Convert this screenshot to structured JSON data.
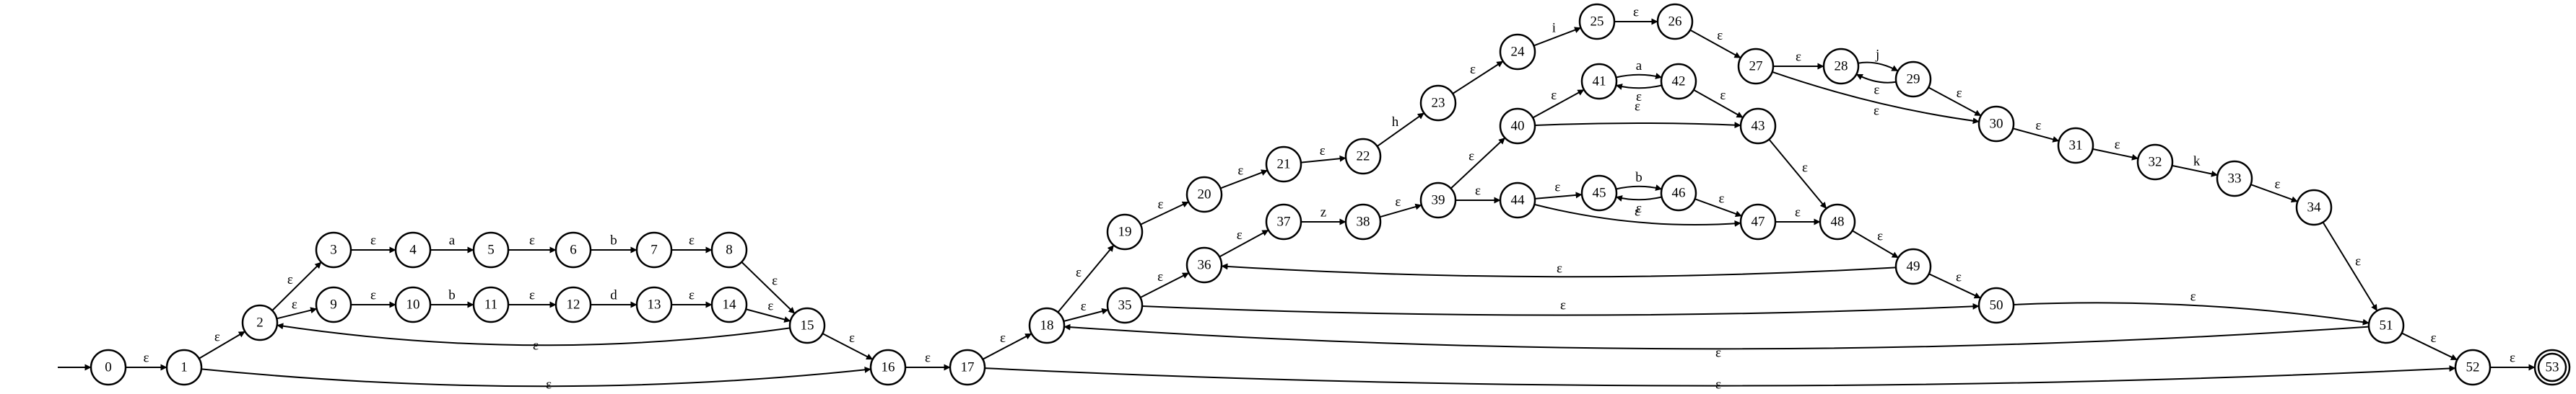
{
  "diagram": {
    "states": [
      "0",
      "1",
      "2",
      "3",
      "4",
      "5",
      "6",
      "7",
      "8",
      "9",
      "10",
      "11",
      "12",
      "13",
      "14",
      "15",
      "16",
      "17",
      "18",
      "19",
      "20",
      "21",
      "22",
      "23",
      "24",
      "25",
      "26",
      "27",
      "28",
      "29",
      "30",
      "31",
      "32",
      "33",
      "34",
      "35",
      "36",
      "37",
      "38",
      "39",
      "40",
      "41",
      "42",
      "43",
      "44",
      "45",
      "46",
      "47",
      "48",
      "49",
      "50",
      "51",
      "52",
      "53"
    ],
    "start_state": "0",
    "accept_states": [
      "53"
    ],
    "transitions": [
      {
        "from": "0",
        "to": "1",
        "label": "ε"
      },
      {
        "from": "1",
        "to": "2",
        "label": "ε"
      },
      {
        "from": "1",
        "to": "16",
        "label": "ε"
      },
      {
        "from": "2",
        "to": "3",
        "label": "ε"
      },
      {
        "from": "2",
        "to": "9",
        "label": "ε"
      },
      {
        "from": "3",
        "to": "4",
        "label": "ε"
      },
      {
        "from": "4",
        "to": "5",
        "label": "a"
      },
      {
        "from": "5",
        "to": "6",
        "label": "ε"
      },
      {
        "from": "6",
        "to": "7",
        "label": "b"
      },
      {
        "from": "7",
        "to": "8",
        "label": "ε"
      },
      {
        "from": "8",
        "to": "15",
        "label": "ε"
      },
      {
        "from": "9",
        "to": "10",
        "label": "ε"
      },
      {
        "from": "10",
        "to": "11",
        "label": "b"
      },
      {
        "from": "11",
        "to": "12",
        "label": "ε"
      },
      {
        "from": "12",
        "to": "13",
        "label": "d"
      },
      {
        "from": "13",
        "to": "14",
        "label": "ε"
      },
      {
        "from": "14",
        "to": "15",
        "label": "ε"
      },
      {
        "from": "15",
        "to": "2",
        "label": "ε"
      },
      {
        "from": "15",
        "to": "16",
        "label": "ε"
      },
      {
        "from": "16",
        "to": "17",
        "label": "ε"
      },
      {
        "from": "17",
        "to": "18",
        "label": "ε"
      },
      {
        "from": "17",
        "to": "52",
        "label": "ε"
      },
      {
        "from": "18",
        "to": "19",
        "label": "ε"
      },
      {
        "from": "18",
        "to": "35",
        "label": "ε"
      },
      {
        "from": "19",
        "to": "20",
        "label": "ε"
      },
      {
        "from": "20",
        "to": "21",
        "label": "ε"
      },
      {
        "from": "21",
        "to": "22",
        "label": "ε"
      },
      {
        "from": "22",
        "to": "23",
        "label": "h"
      },
      {
        "from": "23",
        "to": "24",
        "label": "ε"
      },
      {
        "from": "24",
        "to": "25",
        "label": "i"
      },
      {
        "from": "25",
        "to": "26",
        "label": "ε"
      },
      {
        "from": "26",
        "to": "27",
        "label": "ε"
      },
      {
        "from": "27",
        "to": "28",
        "label": "ε"
      },
      {
        "from": "27",
        "to": "30",
        "label": "ε"
      },
      {
        "from": "28",
        "to": "29",
        "label": "j"
      },
      {
        "from": "29",
        "to": "28",
        "label": "ε"
      },
      {
        "from": "29",
        "to": "30",
        "label": "ε"
      },
      {
        "from": "30",
        "to": "31",
        "label": "ε"
      },
      {
        "from": "31",
        "to": "32",
        "label": "ε"
      },
      {
        "from": "32",
        "to": "33",
        "label": "k"
      },
      {
        "from": "33",
        "to": "34",
        "label": "ε"
      },
      {
        "from": "34",
        "to": "51",
        "label": "ε"
      },
      {
        "from": "35",
        "to": "36",
        "label": "ε"
      },
      {
        "from": "35",
        "to": "50",
        "label": "ε"
      },
      {
        "from": "36",
        "to": "37",
        "label": "ε"
      },
      {
        "from": "37",
        "to": "38",
        "label": "z"
      },
      {
        "from": "38",
        "to": "39",
        "label": "ε"
      },
      {
        "from": "39",
        "to": "40",
        "label": "ε"
      },
      {
        "from": "39",
        "to": "44",
        "label": "ε"
      },
      {
        "from": "40",
        "to": "41",
        "label": "ε"
      },
      {
        "from": "40",
        "to": "43",
        "label": "ε"
      },
      {
        "from": "41",
        "to": "42",
        "label": "a"
      },
      {
        "from": "42",
        "to": "41",
        "label": "ε"
      },
      {
        "from": "42",
        "to": "43",
        "label": "ε"
      },
      {
        "from": "43",
        "to": "48",
        "label": "ε"
      },
      {
        "from": "44",
        "to": "45",
        "label": "ε"
      },
      {
        "from": "44",
        "to": "47",
        "label": "ε"
      },
      {
        "from": "45",
        "to": "46",
        "label": "b"
      },
      {
        "from": "46",
        "to": "45",
        "label": "ε"
      },
      {
        "from": "46",
        "to": "47",
        "label": "ε"
      },
      {
        "from": "47",
        "to": "48",
        "label": "ε"
      },
      {
        "from": "48",
        "to": "49",
        "label": "ε"
      },
      {
        "from": "49",
        "to": "36",
        "label": "ε"
      },
      {
        "from": "49",
        "to": "50",
        "label": "ε"
      },
      {
        "from": "50",
        "to": "51",
        "label": "ε"
      },
      {
        "from": "51",
        "to": "18",
        "label": "ε"
      },
      {
        "from": "51",
        "to": "52",
        "label": "ε"
      },
      {
        "from": "52",
        "to": "53",
        "label": "ε"
      }
    ]
  }
}
